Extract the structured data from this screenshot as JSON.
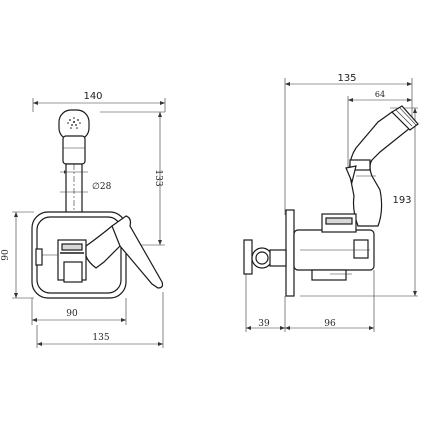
{
  "front_view": {
    "dim_width_top": "140",
    "dim_height_right": "133",
    "dim_diameter": "∅28",
    "dim_height_left": "90",
    "dim_width_plate": "90",
    "dim_width_bottom": "135"
  },
  "side_view": {
    "dim_width_top": "135",
    "dim_width_spout": "64",
    "dim_height_right": "193",
    "dim_width_left": "39",
    "dim_width_bottom": "96"
  }
}
